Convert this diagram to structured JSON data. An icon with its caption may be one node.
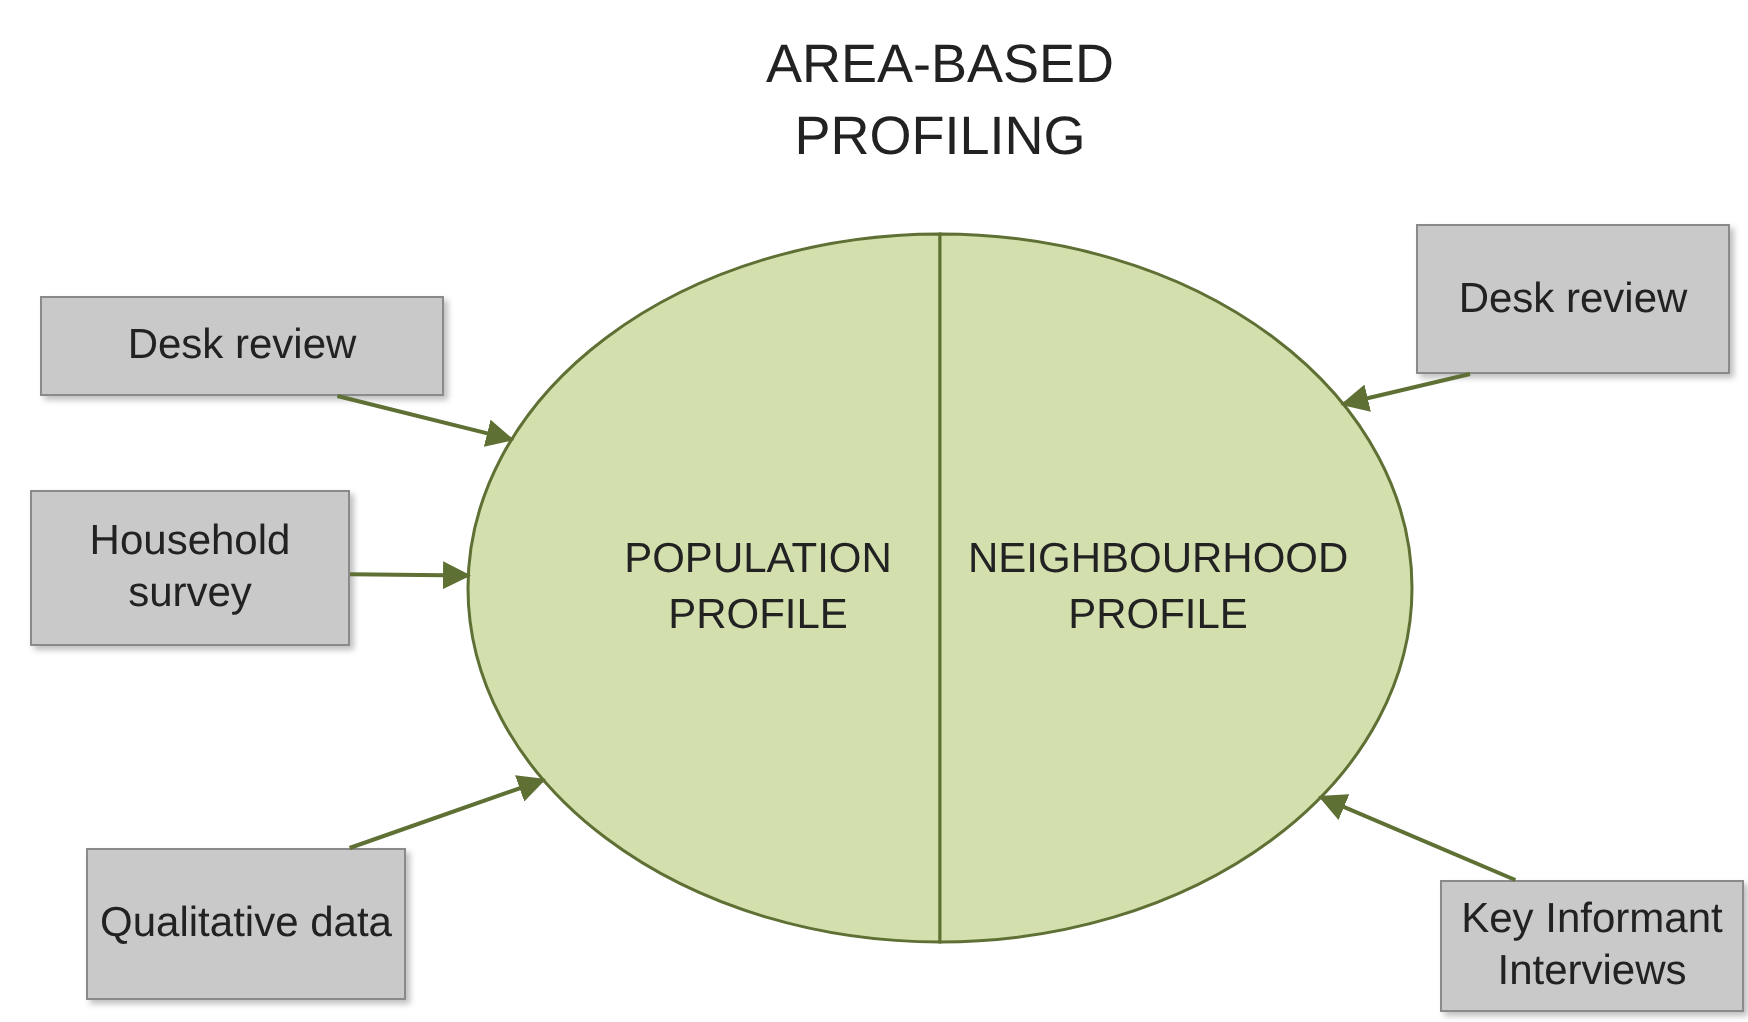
{
  "diagram": {
    "title": "AREA-BASED PROFILING",
    "nodes": [
      {
        "text": [
          "Desk review"
        ]
      },
      {
        "text": [
          "Desk review"
        ]
      },
      {
        "text": [
          "Household survey"
        ]
      },
      {
        "text": [
          "POPULATION PROFILE"
        ]
      },
      {
        "text": [
          "NEIGHBOURHOOD PROFILE"
        ]
      },
      {
        "text": [
          "Qualitative data"
        ]
      },
      {
        "text": [
          "Key Informant Interviews"
        ]
      }
    ],
    "edges": [
      {
        "from": 0,
        "to": 3,
        "arrow": "to"
      },
      {
        "from": 1,
        "to": 4,
        "arrow": "to"
      },
      {
        "from": 2,
        "to": 3,
        "arrow": "to"
      },
      {
        "from": 5,
        "to": 3,
        "arrow": "to"
      },
      {
        "from": 6,
        "to": 4,
        "arrow": "to"
      }
    ]
  }
}
